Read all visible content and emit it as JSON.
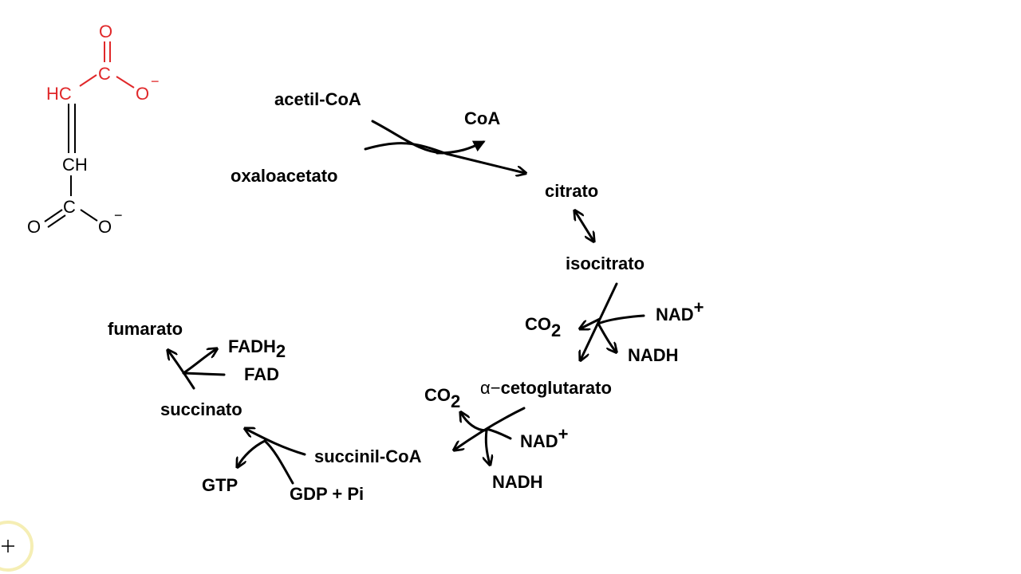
{
  "colors": {
    "highlight": "#e0282a",
    "ink": "#000000",
    "cursor_ring": "#f5eeb4"
  },
  "structure": {
    "o_top": "O",
    "c_top": "C",
    "o_top_right": "O",
    "charge_top": "−",
    "hc": "HC",
    "ch": "CH",
    "o_bottom_left": "O",
    "c_bottom": "C",
    "o_bottom_right": "O",
    "charge_bottom": "−"
  },
  "cycle": {
    "acetil_coa": "acetil-CoA",
    "coa": "CoA",
    "oxaloacetato": "oxaloacetato",
    "citrato": "citrato",
    "isocitrato": "isocitrato",
    "co2_1": "CO",
    "co2_1_sub": "2",
    "nad_1": "NAD",
    "nad_1_sup": "+",
    "nadh_1": "NADH",
    "alpha": "α−",
    "cetoglutarato": "cetoglutarato",
    "co2_2": "CO",
    "co2_2_sub": "2",
    "nad_2": "NAD",
    "nad_2_sup": "+",
    "nadh_2": "NADH",
    "succinil_coa": "succinil-CoA",
    "gtp": "GTP",
    "gdp_pi": "GDP + Pi",
    "succinato": "succinato",
    "fadh2": "FADH",
    "fadh2_sub": "2",
    "fad": "FAD",
    "fumarato": "fumarato"
  }
}
